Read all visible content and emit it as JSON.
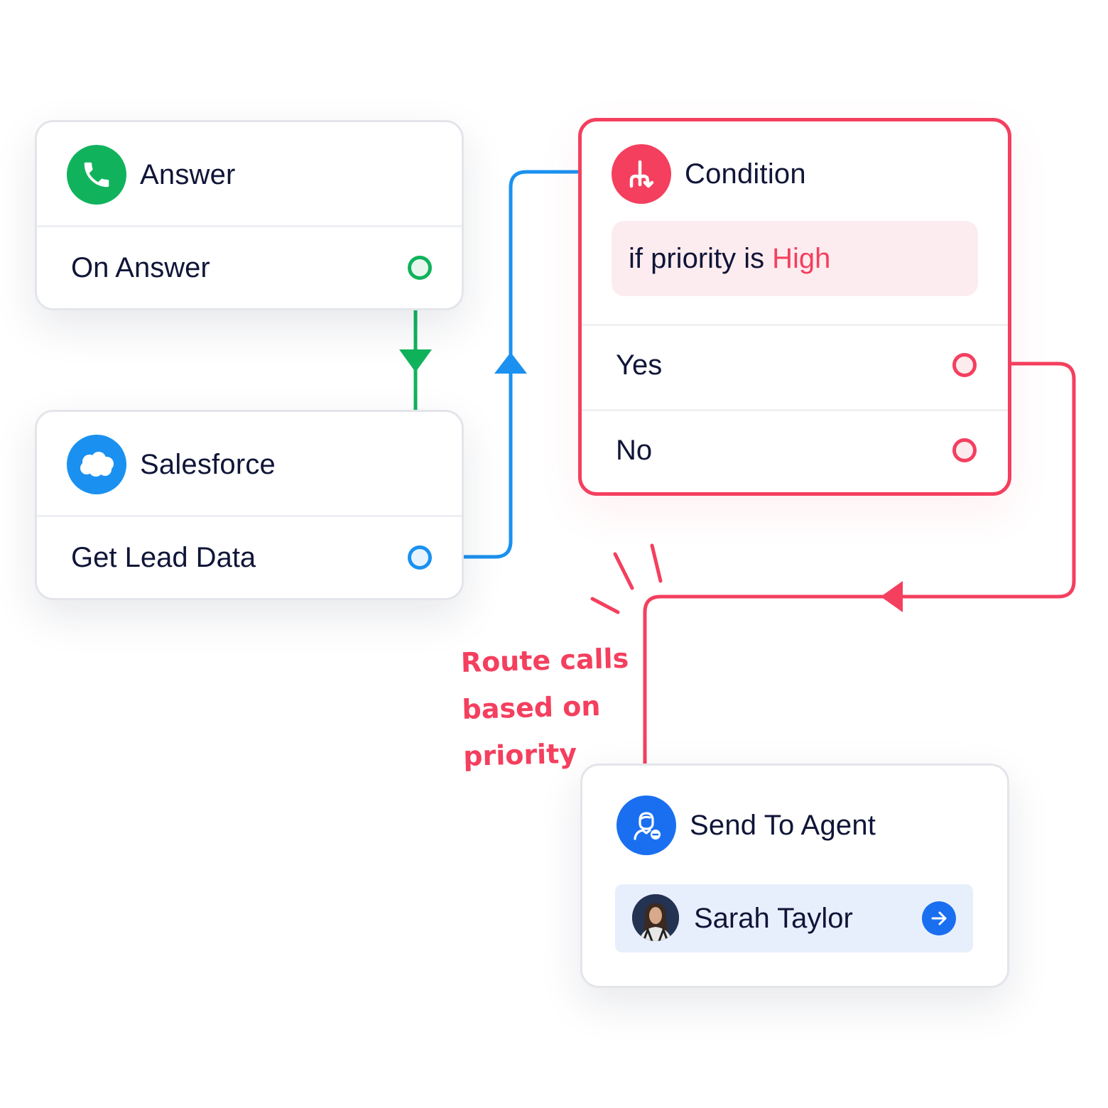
{
  "colors": {
    "green": "#10b35c",
    "blue": "#1a91f0",
    "red": "#f43f5e",
    "agent_blue": "#1a6ff0",
    "text": "#101538"
  },
  "nodes": {
    "answer": {
      "title": "Answer",
      "icon": "phone-icon",
      "output": "On Answer"
    },
    "salesforce": {
      "title": "Salesforce",
      "icon": "cloud-icon",
      "output": "Get Lead Data"
    },
    "condition": {
      "title": "Condition",
      "icon": "split-arrow-icon",
      "expression": "if priority is",
      "value": "High",
      "outputs": [
        "Yes",
        "No"
      ]
    },
    "send_to_agent": {
      "title": "Send To Agent",
      "icon": "agent-icon",
      "agent_name": "Sarah Taylor",
      "action_icon": "arrow-right-icon"
    }
  },
  "annotation": {
    "lines": [
      "Route calls",
      "based on",
      "priority"
    ]
  }
}
